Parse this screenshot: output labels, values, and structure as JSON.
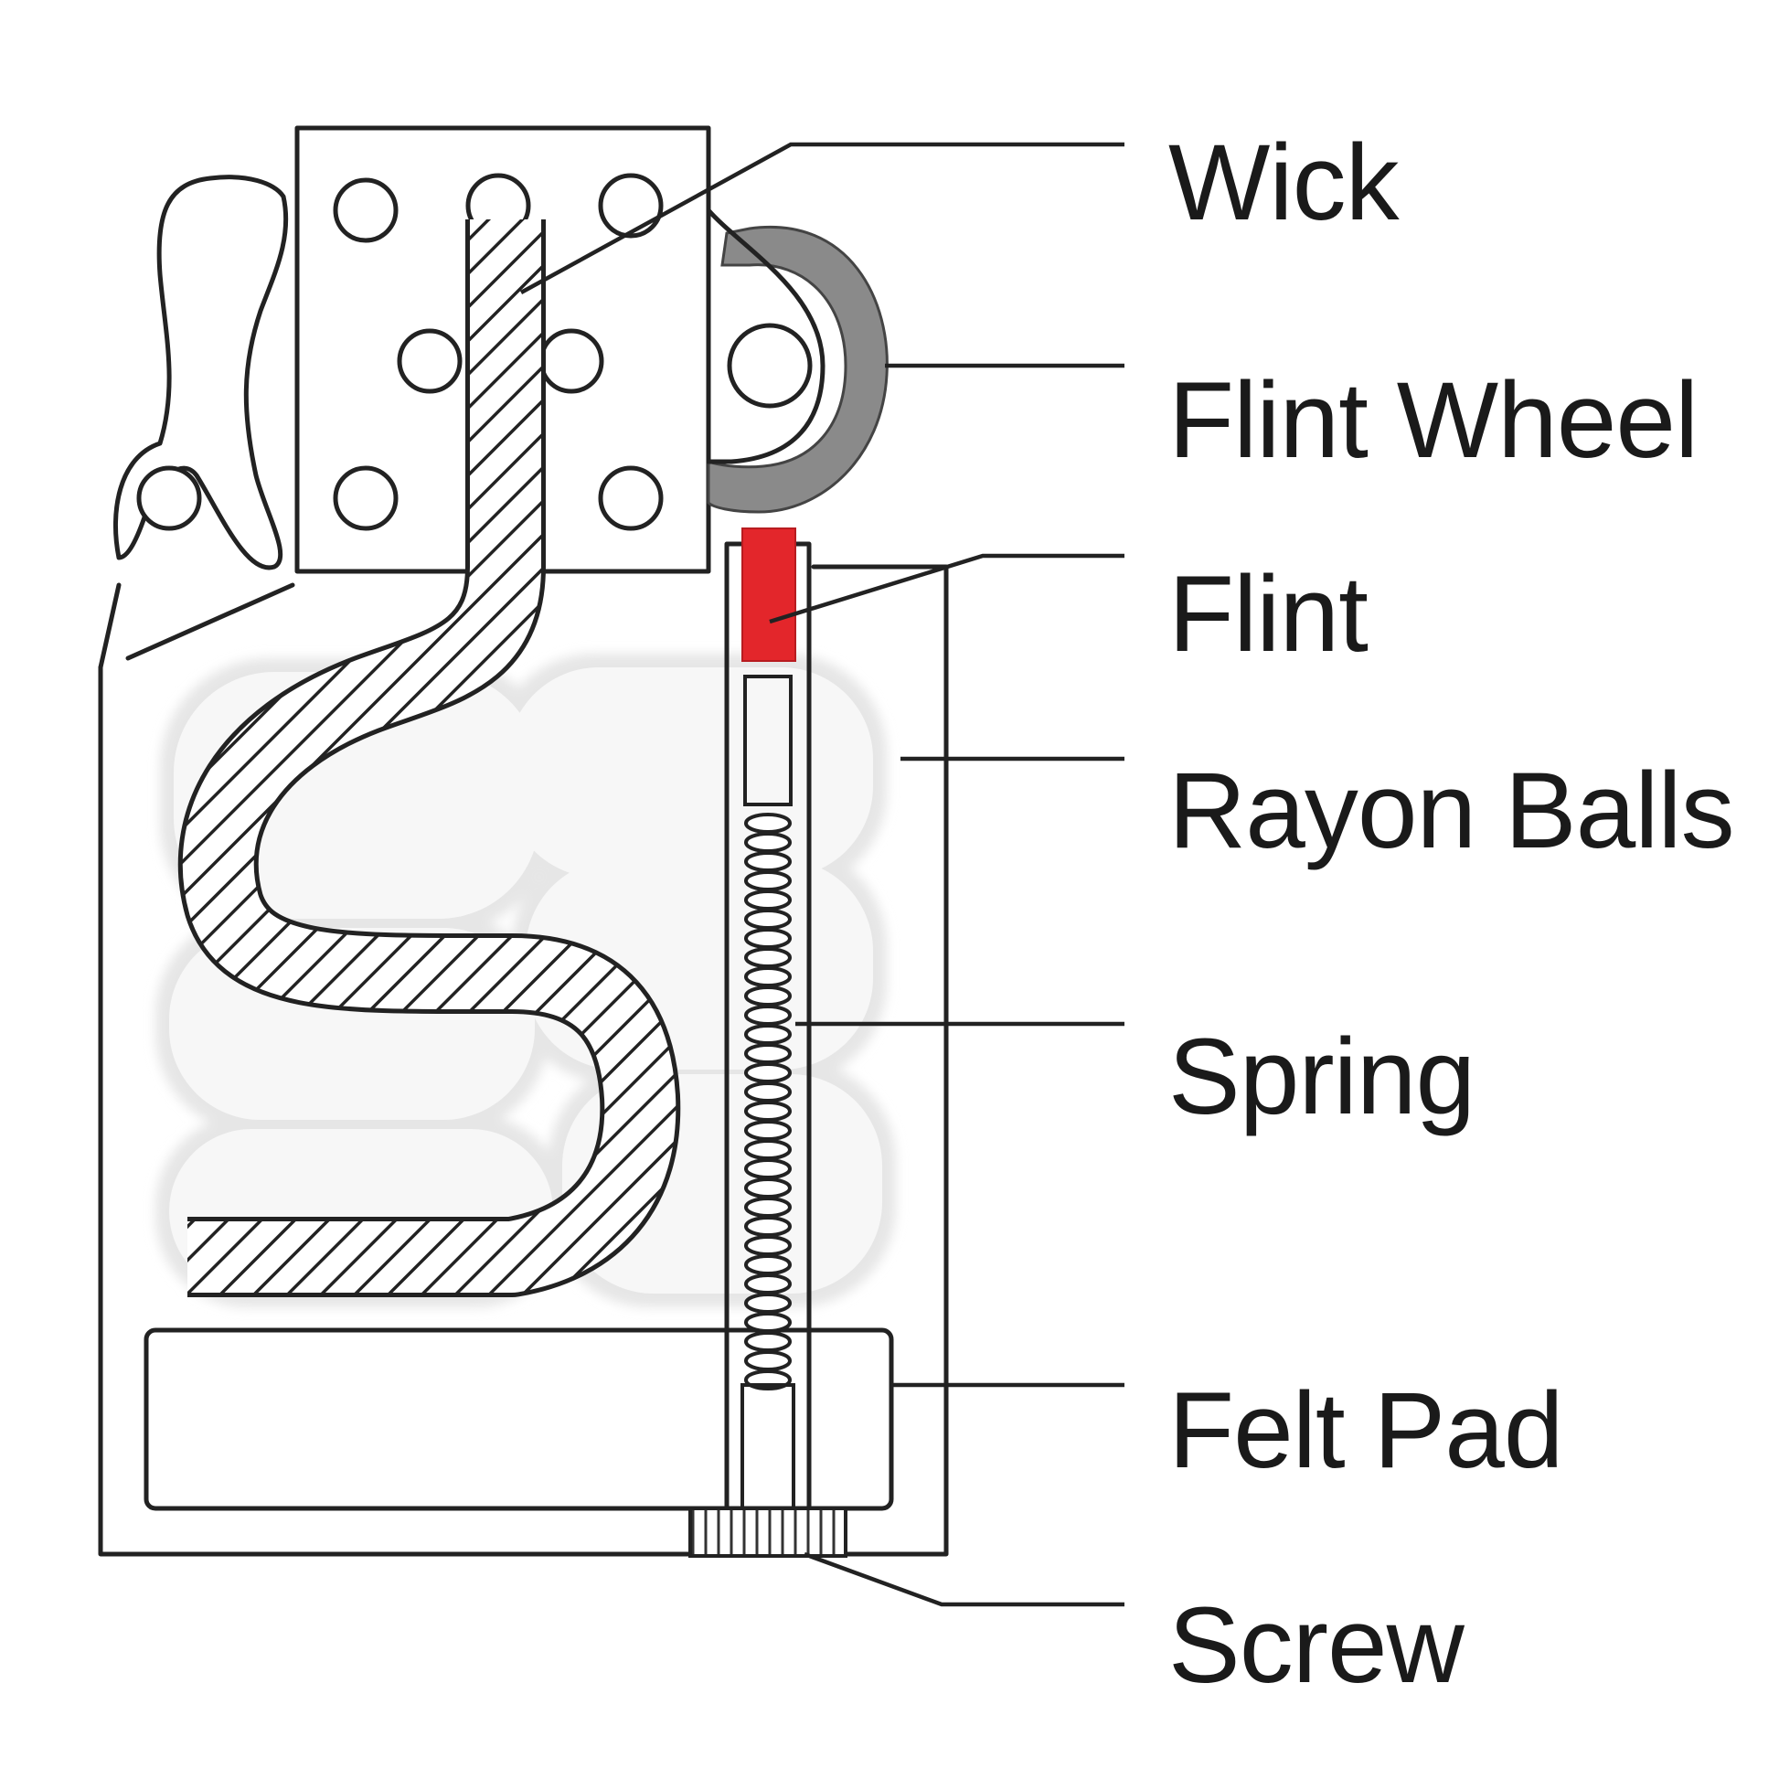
{
  "diagram": {
    "labels": [
      {
        "id": "wick",
        "text": "Wick"
      },
      {
        "id": "flint-wheel",
        "text": "Flint Wheel"
      },
      {
        "id": "flint",
        "text": "Flint"
      },
      {
        "id": "rayon-balls",
        "text": "Rayon Balls"
      },
      {
        "id": "spring",
        "text": "Spring"
      },
      {
        "id": "felt-pad",
        "text": "Felt Pad"
      },
      {
        "id": "screw",
        "text": "Screw"
      }
    ],
    "colors": {
      "flint": "#e3262b",
      "flint_wheel": "#8a8a8a",
      "rayon": "#efefef",
      "outline": "#222222"
    }
  }
}
